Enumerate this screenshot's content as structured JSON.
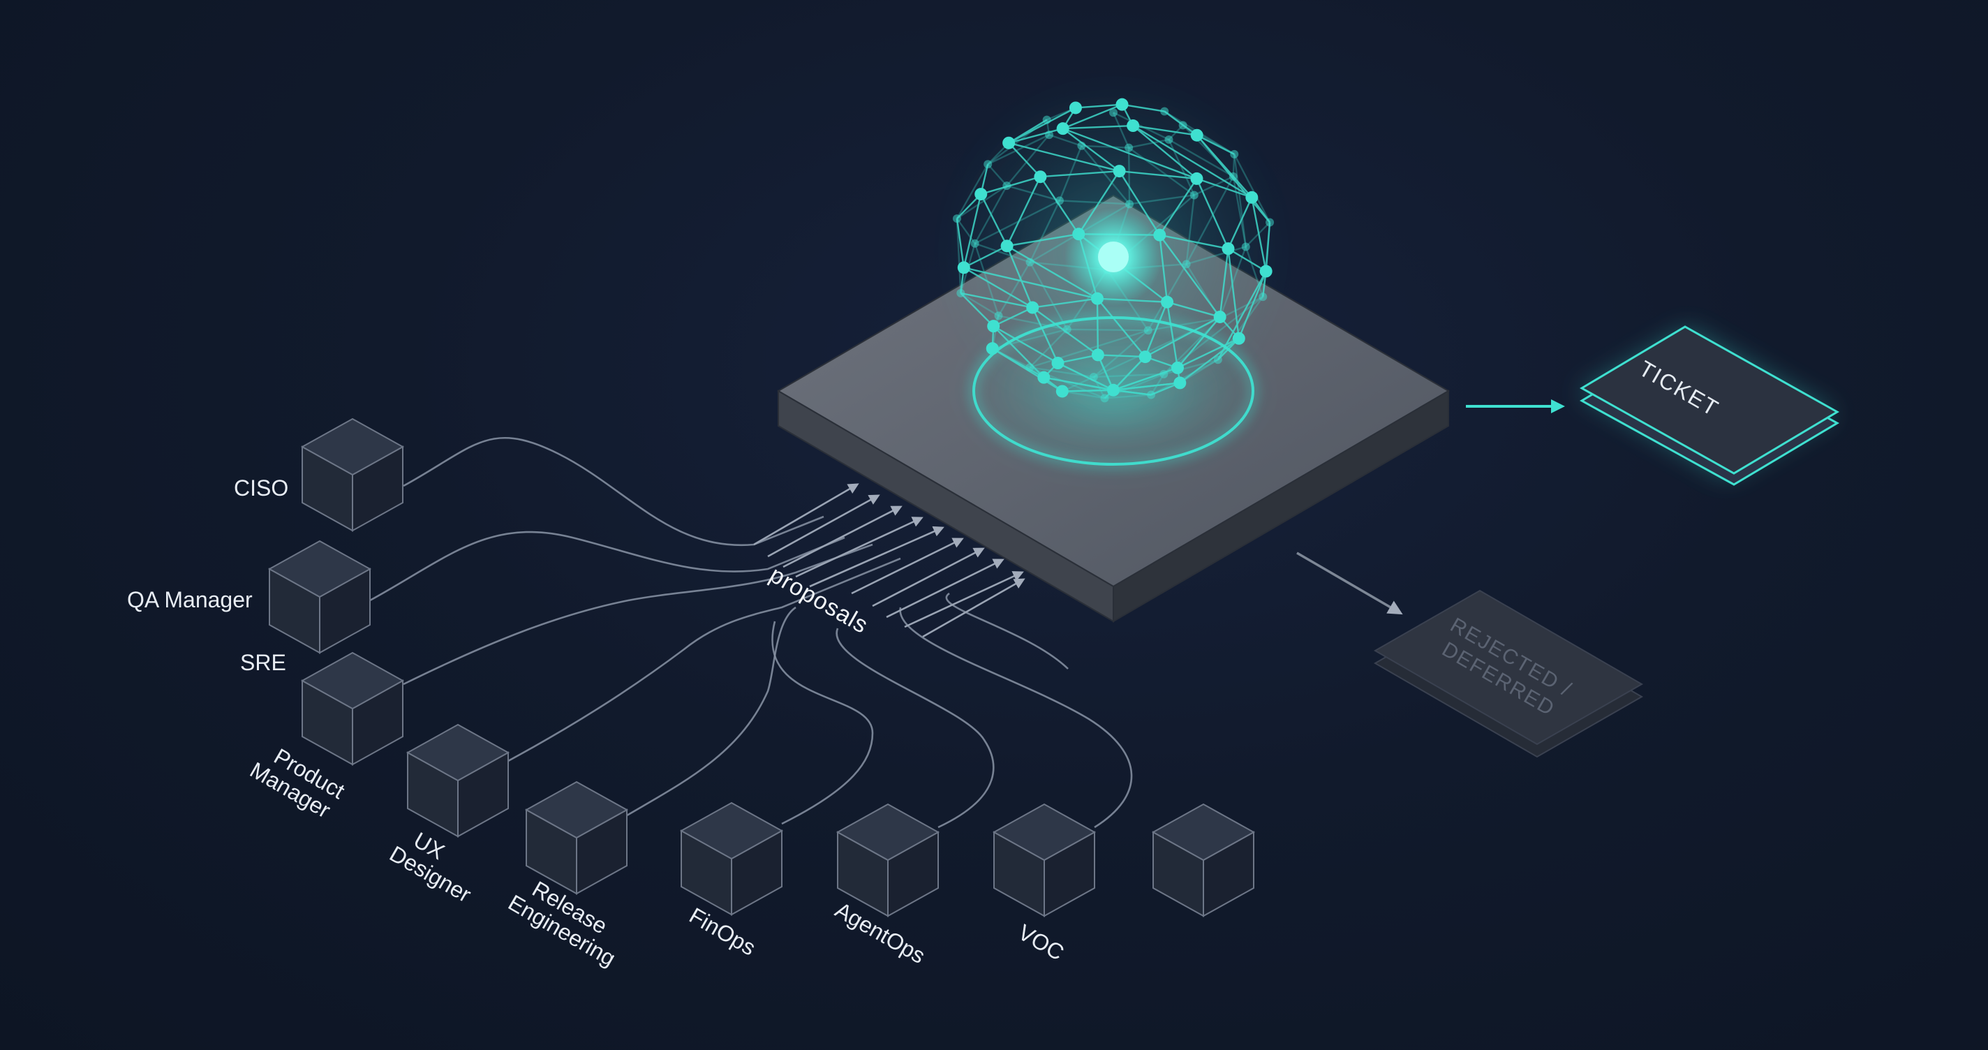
{
  "roles": [
    "CISO",
    "QA Manager",
    "SRE",
    "Product Manager",
    "UX Designer",
    "Release Engineering",
    "FinOps",
    "AgentOps",
    "VOC"
  ],
  "center_label": "proposals",
  "outputs": {
    "ticket": "TICKET",
    "rejected": "REJECTED / DEFERRED"
  },
  "colors": {
    "background": "#111a2c",
    "accent": "#3fe0d0",
    "platform": "#5a606c",
    "cube": "#232b39",
    "line": "#8a94a6"
  }
}
